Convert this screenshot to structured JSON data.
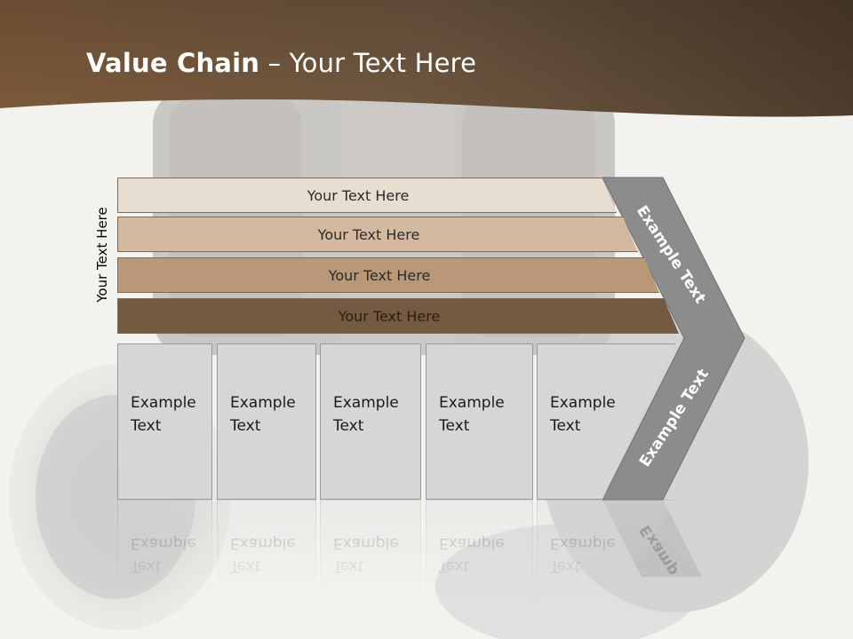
{
  "slide": {
    "title_bold": "Value Chain",
    "title_rest": " – Your Text Here",
    "side_label": "Your Text Here"
  },
  "bands": [
    {
      "label": "Your Text Here"
    },
    {
      "label": "Your Text Here"
    },
    {
      "label": "Your Text Here"
    },
    {
      "label": "Your Text Here"
    }
  ],
  "boxes": [
    {
      "line1": "Example",
      "line2": "Text"
    },
    {
      "line1": "Example",
      "line2": "Text"
    },
    {
      "line1": "Example",
      "line2": "Text"
    },
    {
      "line1": "Example",
      "line2": "Text"
    },
    {
      "line1": "Example",
      "line2": "Text"
    }
  ],
  "chevron": {
    "upper_label": "Example Text",
    "lower_label": "Example Text",
    "reflection_label": "Examp"
  },
  "colors": {
    "header": "#6b5037",
    "band_1": "#e8ddd1",
    "band_2": "#d3b9a0",
    "band_3": "#b89878",
    "band_4": "#735a41",
    "box": "#d6d6d6",
    "chevron": "#8c8c8c"
  }
}
